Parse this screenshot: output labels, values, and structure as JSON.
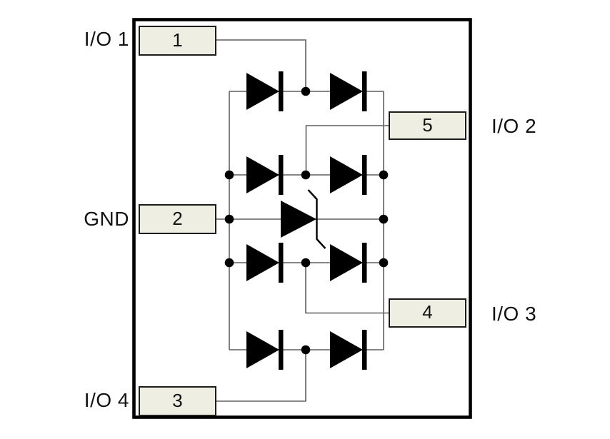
{
  "diagram": {
    "kind": "circuit-functional-diagram"
  },
  "pins": {
    "p1": {
      "number": "1",
      "label": "I/O 1",
      "side": "left"
    },
    "p2": {
      "number": "2",
      "label": "GND",
      "side": "left"
    },
    "p3": {
      "number": "3",
      "label": "I/O 4",
      "side": "left"
    },
    "p4": {
      "number": "4",
      "label": "I/O 3",
      "side": "right"
    },
    "p5": {
      "number": "5",
      "label": "I/O 2",
      "side": "right"
    }
  },
  "icons": {
    "diode": "right-pointing filled triangle with cathode bar",
    "zener_diode": "right-pointing filled triangle with bent (zener) cathode bar",
    "junction": "filled circle node"
  },
  "counts": {
    "diode_pairs": "4",
    "zener_diodes": "1",
    "junction_dots": "10"
  },
  "colors": {
    "background": "#ffffff",
    "outline": "#000000",
    "wire": "#5f5f5f",
    "symbol": "#000000",
    "pin_box_fill": "#eeeee3",
    "pin_box_border": "#1c1c1c",
    "text": "#121212"
  }
}
